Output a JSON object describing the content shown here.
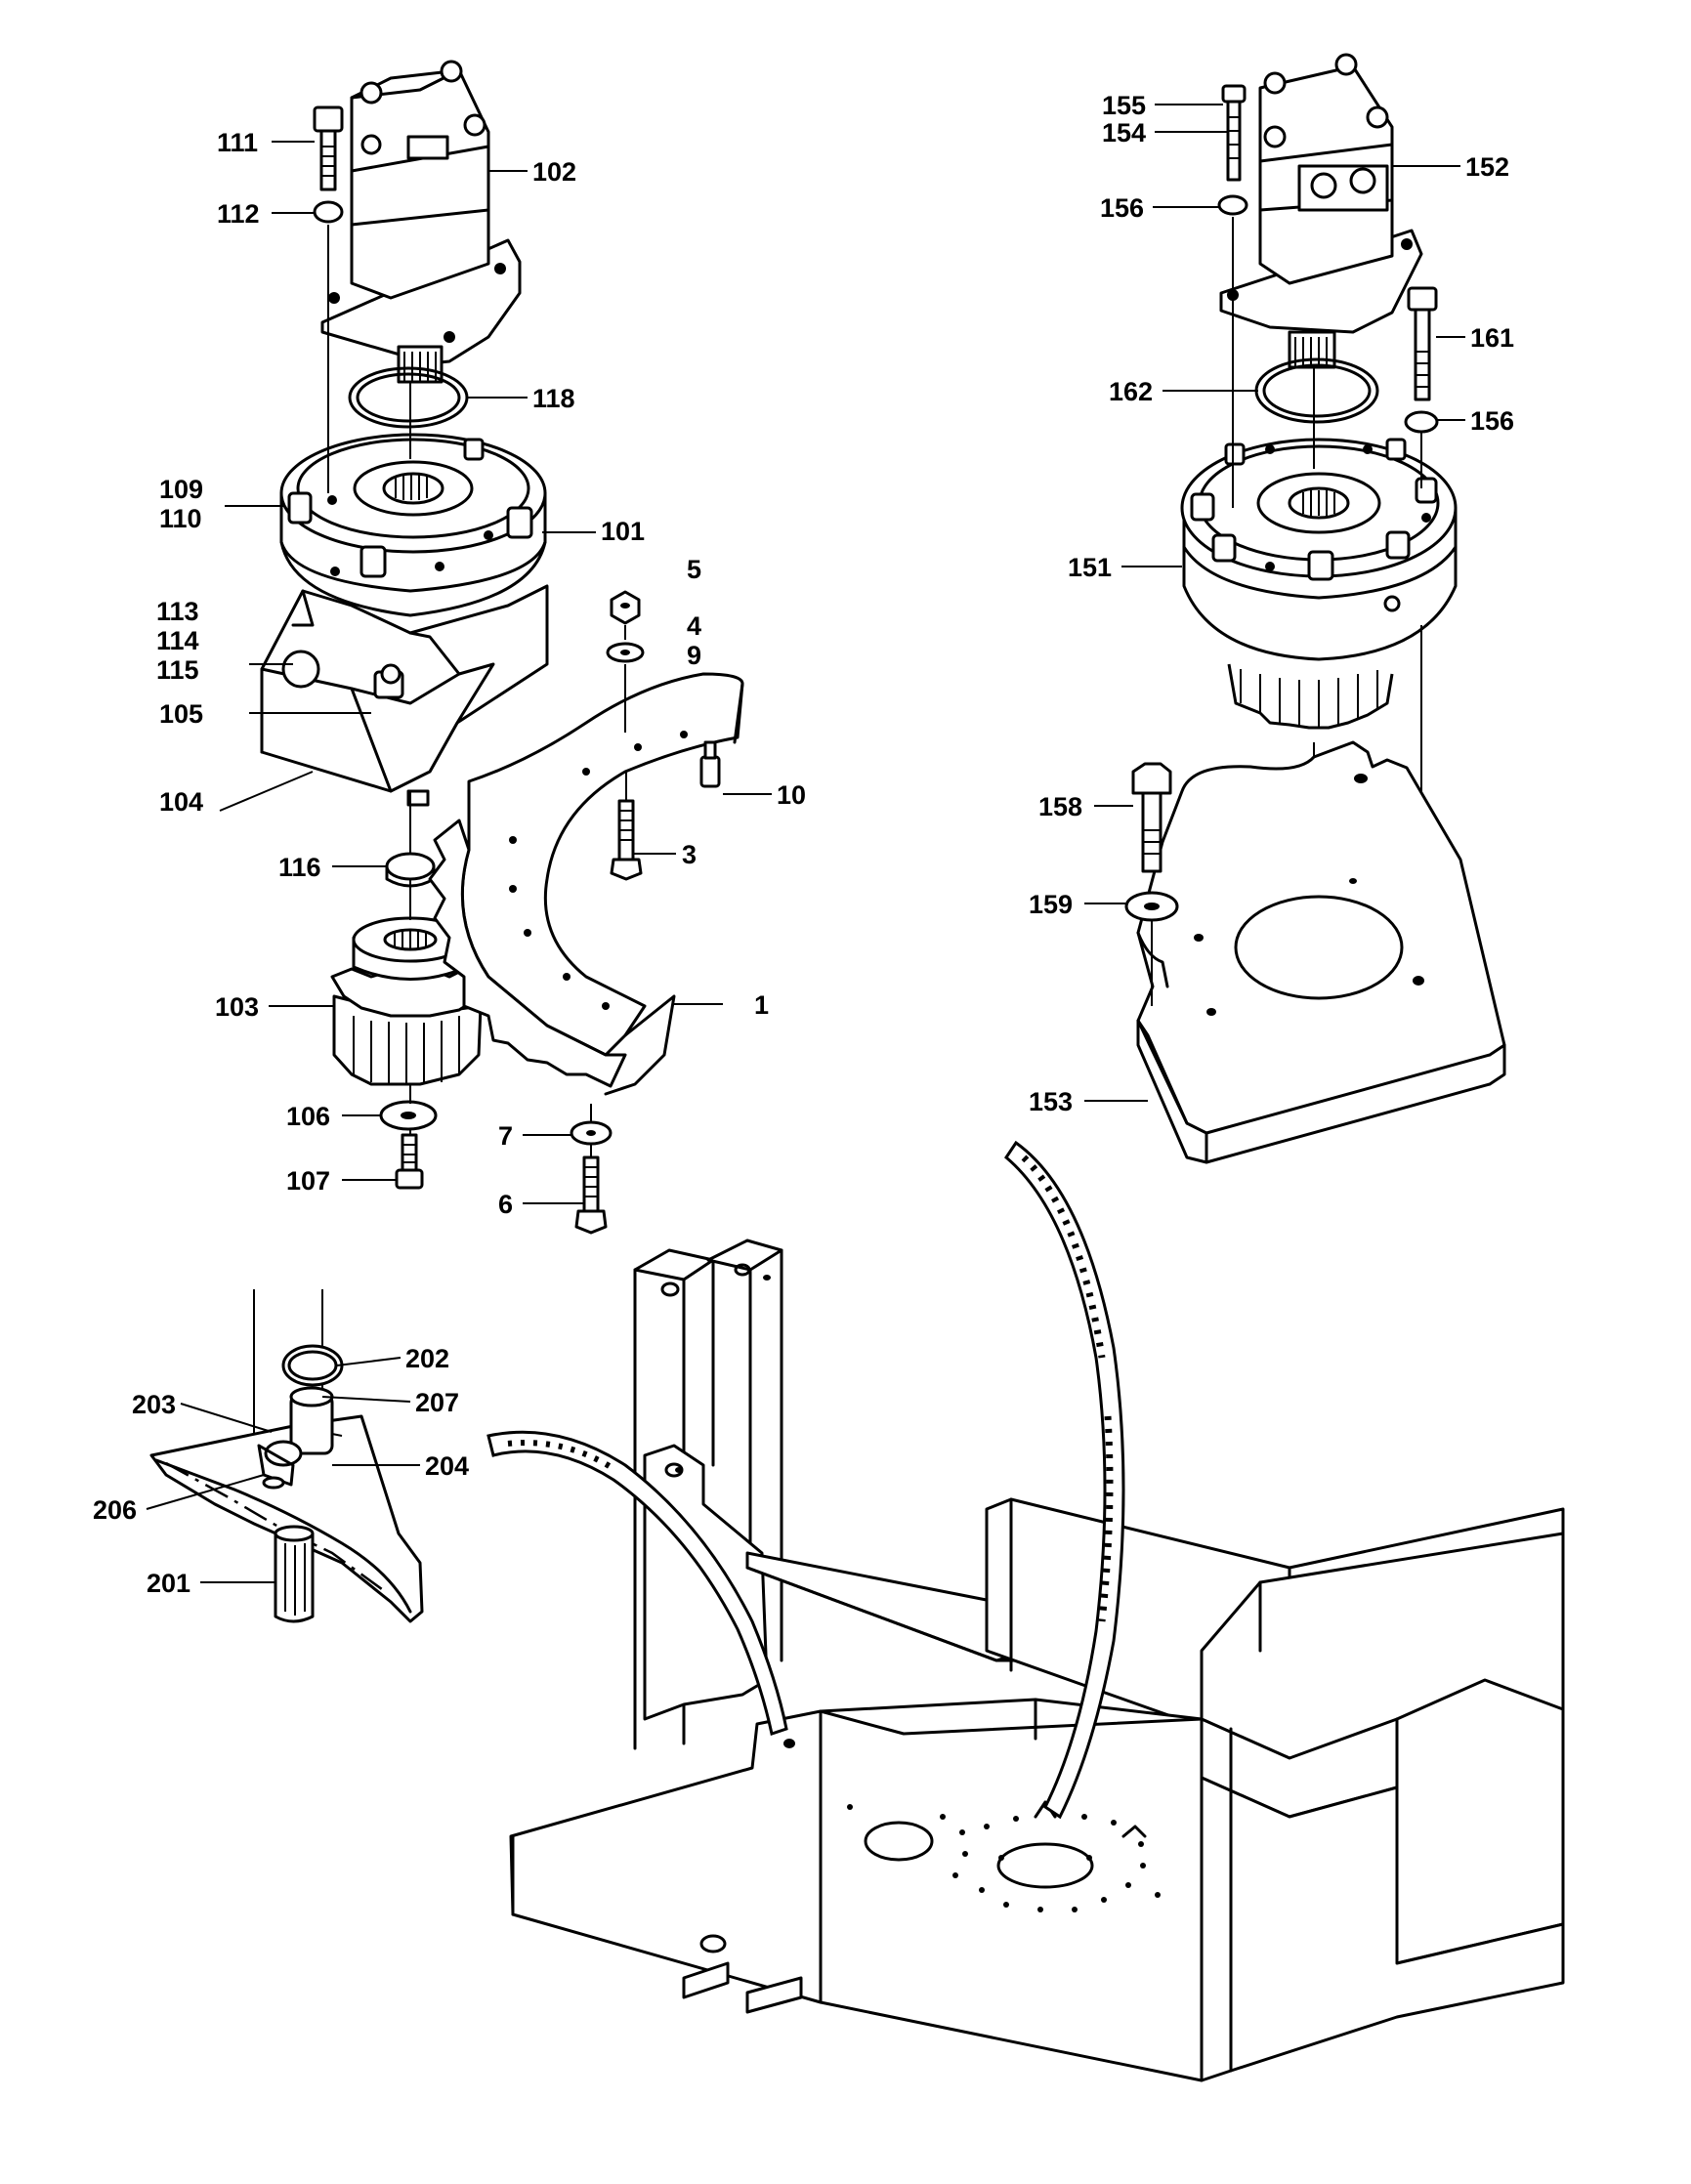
{
  "diagram": {
    "callouts": {
      "c1": "1",
      "c3": "3",
      "c4": "4",
      "c5": "5",
      "c6": "6",
      "c7": "7",
      "c9": "9",
      "c10": "10",
      "c101": "101",
      "c102": "102",
      "c103": "103",
      "c104": "104",
      "c105": "105",
      "c106": "106",
      "c107": "107",
      "c109": "109",
      "c110": "110",
      "c111": "111",
      "c112": "112",
      "c113": "113",
      "c114": "114",
      "c115": "115",
      "c116": "116",
      "c118": "118",
      "c151": "151",
      "c152": "152",
      "c153": "153",
      "c154": "154",
      "c155": "155",
      "c156a": "156",
      "c156b": "156",
      "c158": "158",
      "c159": "159",
      "c161": "161",
      "c162": "162",
      "c201": "201",
      "c202": "202",
      "c203": "203",
      "c204": "204",
      "c206": "206",
      "c207": "207"
    }
  }
}
